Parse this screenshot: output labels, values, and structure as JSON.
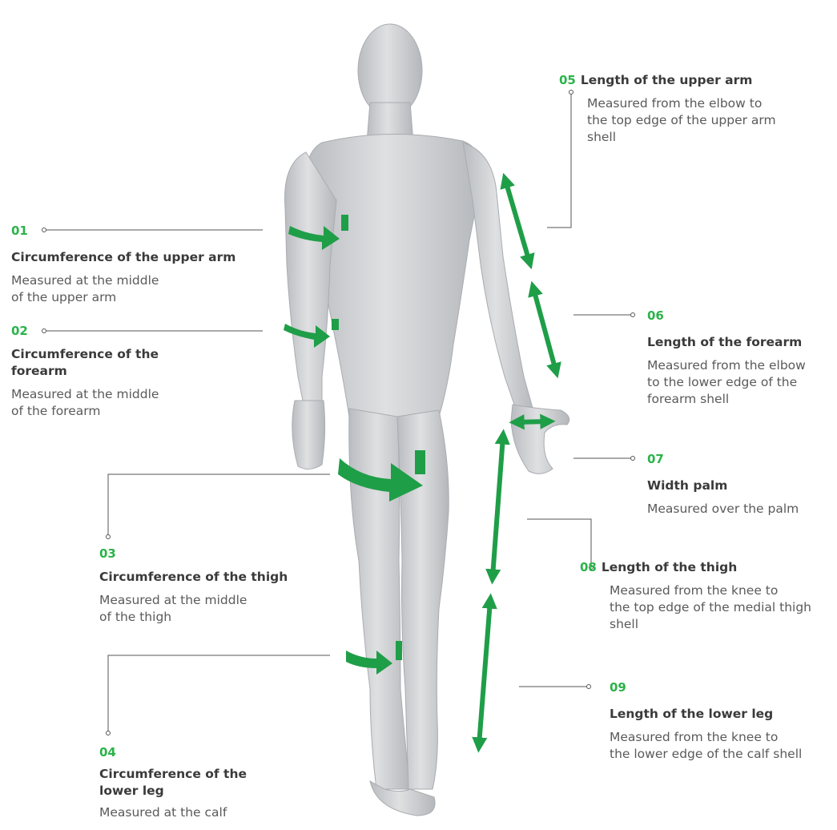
{
  "colors": {
    "accent": "#2bb34a",
    "arrow": "#1f9e48",
    "line": "#555555",
    "figure": "#c9cbce"
  },
  "figure": {
    "name": "human-body-figure"
  },
  "measurements": [
    {
      "num": "01",
      "title": "Circumference of the upper arm",
      "desc": "Measured at the middle\nof the upper arm"
    },
    {
      "num": "02",
      "title": "Circumference of the\nforearm",
      "desc": "Measured at the middle\nof the forearm"
    },
    {
      "num": "03",
      "title": "Circumference of the thigh",
      "desc": "Measured at the middle\nof the thigh"
    },
    {
      "num": "04",
      "title": "Circumference of the\nlower leg",
      "desc": "Measured at the calf"
    },
    {
      "num": "05",
      "title": "Length of the upper arm",
      "desc": "Measured from the elbow to\nthe top edge of the upper arm\nshell"
    },
    {
      "num": "06",
      "title": "Length of the forearm",
      "desc": "Measured from the elbow\nto the lower edge of the\nforearm shell"
    },
    {
      "num": "07",
      "title": "Width palm",
      "desc": "Measured over the palm"
    },
    {
      "num": "08",
      "title": "Length of the thigh",
      "desc": "Measured from the knee to\nthe top edge of the medial thigh\nshell"
    },
    {
      "num": "09",
      "title": "Length of the lower leg",
      "desc": "Measured from the knee to\nthe lower edge of the calf shell"
    }
  ]
}
